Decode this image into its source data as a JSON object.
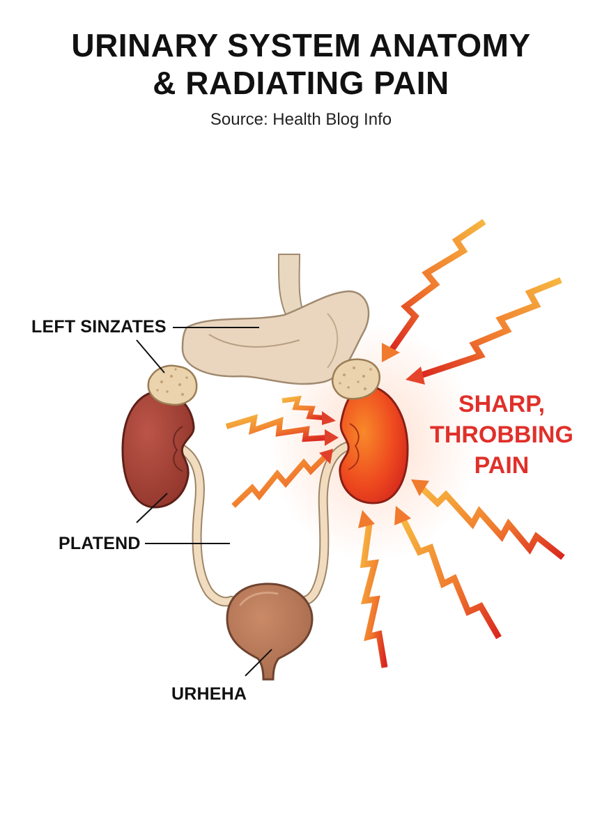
{
  "title": {
    "line1": "URINARY SYSTEM ANATOMY",
    "line2": "& RADIATING PAIN"
  },
  "source": "Source: Health Blog Info",
  "labels": {
    "left_sinzates": "LEFT SINZATES",
    "platend": "PLATEND",
    "urheha": "URHEHA"
  },
  "pain_callout": {
    "line1": "SHARP,",
    "line2": "THROBBING",
    "line3": "PAIN"
  },
  "colors": {
    "pain_text": "#e0302a",
    "healthy_kidney": "#a8443a",
    "painful_kidney": "#ef4a1f",
    "adrenal": "#e8d3ae",
    "stomach": "#e8d5bd",
    "bladder": "#b87a5a",
    "ureter": "#f1dcc0",
    "bolt_outer": "#f3a83a",
    "bolt_inner": "#dc2f26"
  }
}
